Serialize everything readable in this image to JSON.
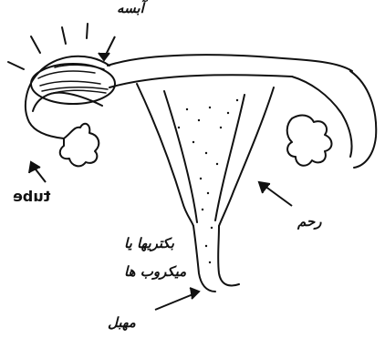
{
  "labels": {
    "pregnant": "آبسه",
    "tube": "tube",
    "uterus": "رحم",
    "bacteria_line1": "بکتریها یا",
    "bacteria_line2": "میکروب ها",
    "vagina": "مهبل"
  },
  "colors": {
    "stroke": "#111111",
    "background": "#ffffff"
  }
}
